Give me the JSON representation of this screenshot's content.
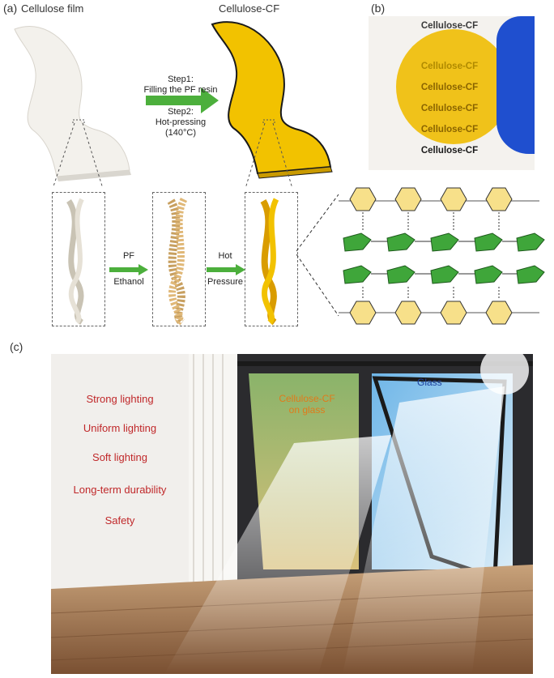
{
  "panel_a": {
    "label": "(a)",
    "left_title": "Cellulose film",
    "right_title": "Cellulose-CF",
    "step1_line1": "Step1:",
    "step1_line2": "Filling the PF resin",
    "step2_line1": "Step2:",
    "step2_line2": "Hot-pressing",
    "step2_line3": "(140°C)",
    "arrow1_top": "PF",
    "arrow1_bottom": "Ethanol",
    "arrow2_top": "Hot",
    "arrow2_bottom": "Pressure"
  },
  "panel_b": {
    "label": "(b)",
    "photo_texts": [
      "Cellulose-CF",
      "Cellulose-CF",
      "Cellulose-CF",
      "Cellulose-CF",
      "Cellulose-CF",
      "Cellulose-CF"
    ]
  },
  "panel_c": {
    "label": "(c)",
    "features": [
      "Strong lighting",
      "Uniform lighting",
      "Soft lighting",
      "Long-term durability",
      "Safety"
    ],
    "window_left_label_line1": "Cellulose-CF",
    "window_left_label_line2": "on glass",
    "window_right_label": "Glass"
  },
  "colors": {
    "accent_green": "#4caf3c",
    "film_yellow": "#f2c200",
    "feature_red": "#c0282a",
    "glass_blue": "#1b3f9c",
    "cf_label_orange": "#e07a1a"
  }
}
